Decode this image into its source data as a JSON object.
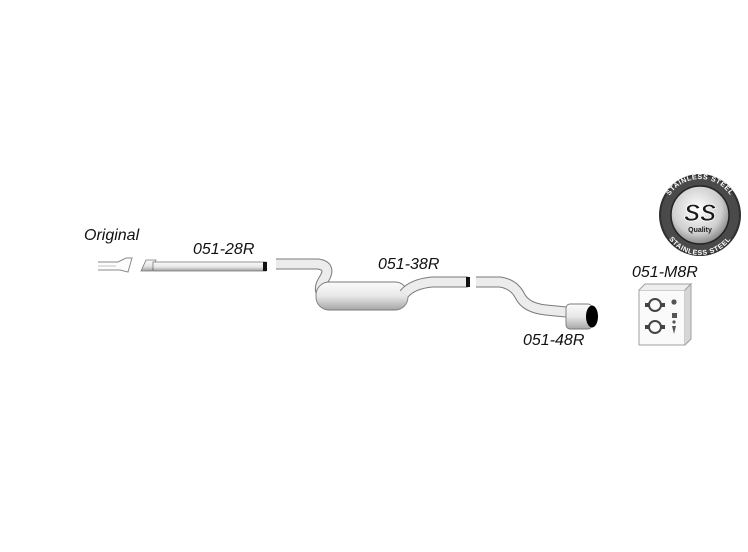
{
  "labels": {
    "original": "Original",
    "front_pipe": "051-28R",
    "middle_silencer": "051-38R",
    "rear_pipe": "051-48R",
    "mounting_kit": "051-M8R"
  },
  "badge": {
    "initials": "SS",
    "ring_top": "STAINLESS STEEL",
    "ring_bottom": "STAINLESS STEEL",
    "sub": "Quality"
  },
  "colors": {
    "pipe_light": "#f4f4f4",
    "pipe_shadow": "#a8a8a8",
    "outline": "#6a6a6a",
    "badge_dark": "#3a3a3a",
    "tip_hole": "#000000"
  }
}
